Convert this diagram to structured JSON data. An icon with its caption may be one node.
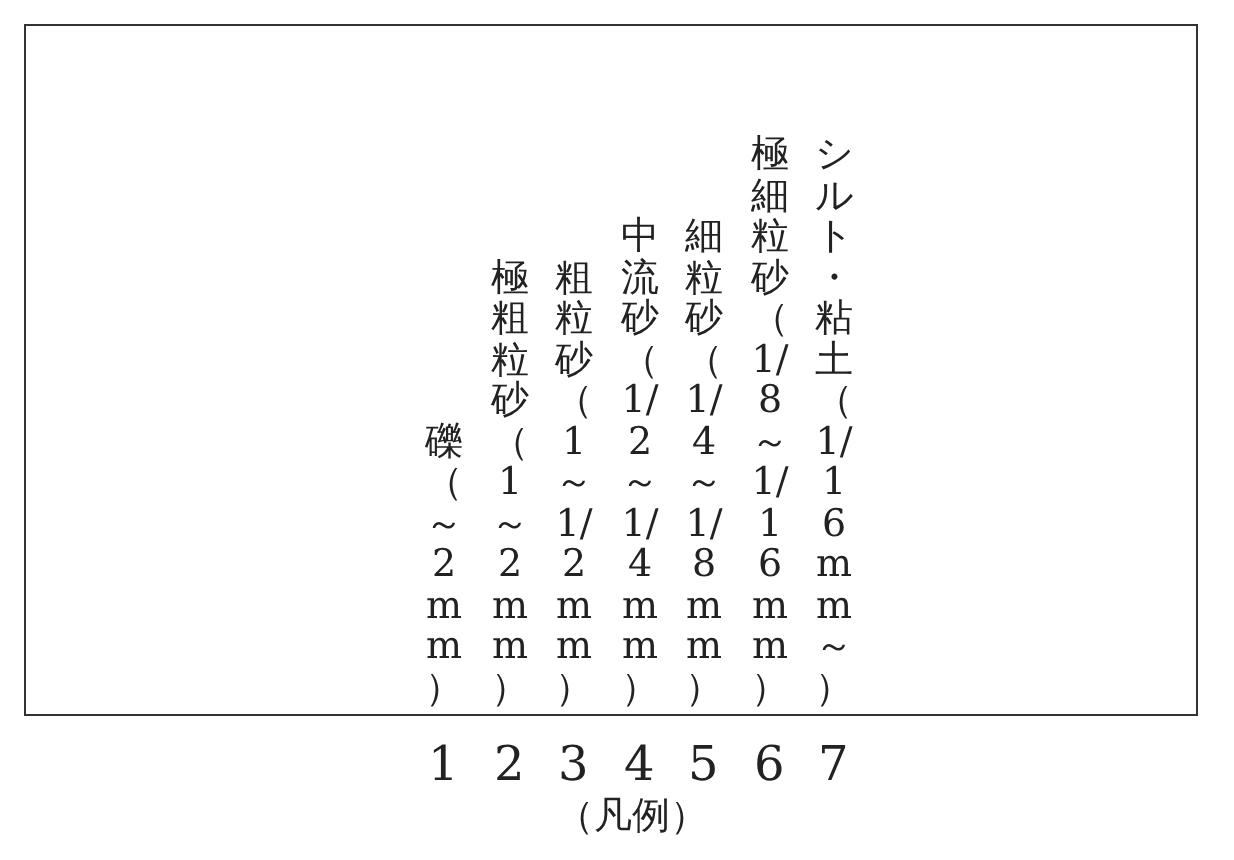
{
  "diagram": {
    "labels": [
      "礫（～2mm）",
      "極粗粒砂（1～2mm）",
      "粗粒砂（1～1/2mm）",
      "中流砂（1/2～1/4mm）",
      "細粒砂（1/4～1/8mm）",
      "極細粒砂（1/8～1/16mm）",
      "シルト・粘土（1/16mm～）",
      "1",
      "2",
      "3",
      "4",
      "5",
      "6",
      "7",
      "（凡例）"
    ]
  }
}
